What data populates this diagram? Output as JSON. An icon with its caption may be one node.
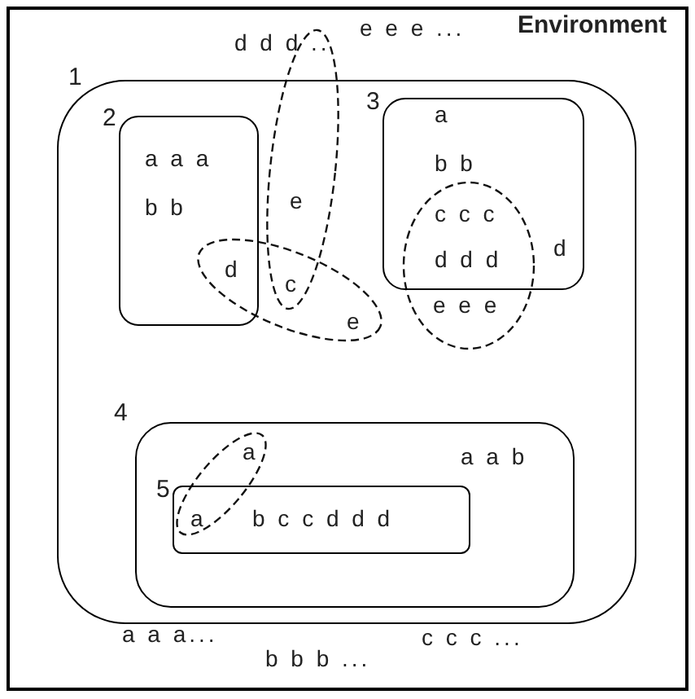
{
  "diagram": {
    "nodes": [
      {
        "text": [
          "Environment",
          "d d d ..",
          "e e e ...",
          "a a a...",
          "b b b ...",
          "c c c ..."
        ]
      },
      {
        "text": [
          "e",
          "c",
          "e",
          "e e e"
        ],
        "beside": [
          "1"
        ],
        "in": 0
      },
      {
        "text": [
          "a a a",
          "b b",
          "d"
        ],
        "beside": [
          "2"
        ],
        "in": 1
      },
      {
        "text": [
          "a",
          "b b",
          "c c c",
          "d d d",
          "d"
        ],
        "beside": [
          "3"
        ],
        "in": 1
      },
      {
        "text": [
          "a",
          "a a b"
        ],
        "beside": [
          "4"
        ],
        "in": 1
      },
      {
        "text": [
          "a",
          "b c c d d d"
        ],
        "beside": [
          "5"
        ],
        "in": 4
      }
    ]
  }
}
